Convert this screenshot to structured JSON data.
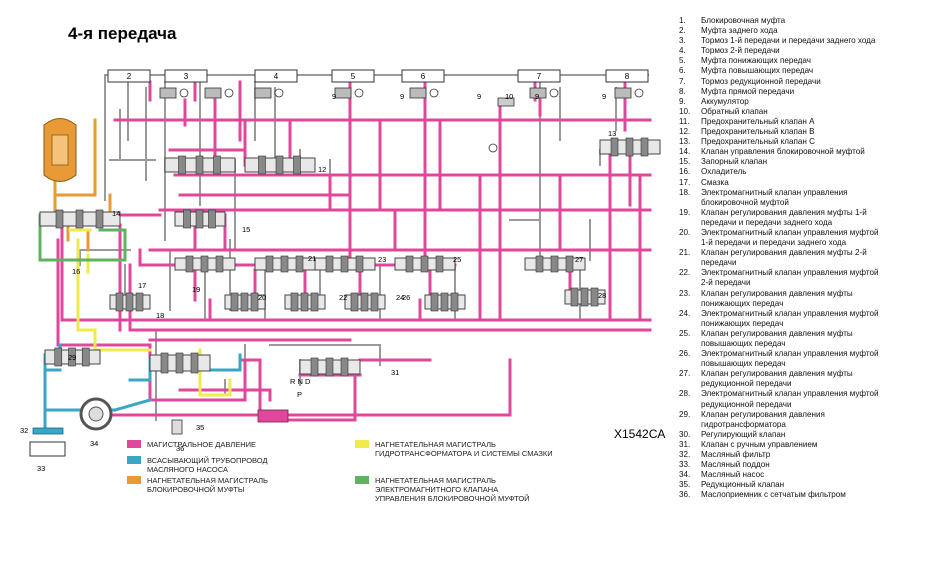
{
  "title": "4-я передача",
  "diagram_code": "X1542CA",
  "colors": {
    "pink": "#e0479a",
    "blue": "#3ba6c4",
    "orange": "#e79a35",
    "yellow": "#f0ea4a",
    "green": "#5fb25f",
    "gray": "#9a9a9a"
  },
  "clutch_boxes": [
    "2",
    "3",
    "4",
    "5",
    "6",
    "7",
    "8"
  ],
  "callouts": [
    "9",
    "9",
    "9",
    "9",
    "9",
    "10",
    "12",
    "13",
    "14",
    "15",
    "16",
    "17",
    "18",
    "19",
    "20",
    "21",
    "22",
    "23",
    "24",
    "25",
    "26",
    "27",
    "28",
    "29",
    "31",
    "32",
    "33",
    "34",
    "35",
    "36"
  ],
  "selector_positions": {
    "upper": "R N D",
    "lower": "P"
  },
  "legend": [
    {
      "color": "pink",
      "text": [
        "МАГИСТРАЛЬНОЕ ДАВЛЕНИЕ"
      ]
    },
    {
      "color": "blue",
      "text": [
        "ВСАСЫВАЮЩИЙ ТРУБОПРОВОД",
        "МАСЛЯНОГО НАСОСА"
      ]
    },
    {
      "color": "orange",
      "text": [
        "НАГНЕТАТЕЛЬНАЯ МАГИСТРАЛЬ",
        "БЛОКИРОВОЧНОЙ МУФТЫ"
      ]
    },
    {
      "color": "yellow",
      "text": [
        "НАГНЕТАТЕЛЬНАЯ МАГИСТРАЛЬ",
        "ГИДРОТРАНСФОРМАТОРА И СИСТЕМЫ СМАЗКИ"
      ]
    },
    {
      "color": "green",
      "text": [
        "НАГНЕТАТЕЛЬНАЯ МАГИСТРАЛЬ",
        "ЭЛЕКТРОМАГНИТНОГО КЛАПАНА",
        "УПРАВЛЕНИЯ БЛОКИРОВОЧНОЙ МУФТОЙ"
      ]
    }
  ],
  "parts": [
    {
      "num": "1.",
      "lines": [
        "Блокировочная муфта"
      ]
    },
    {
      "num": "2.",
      "lines": [
        "Муфта заднего хода"
      ]
    },
    {
      "num": "3.",
      "lines": [
        "Тормоз 1-й передачи и передачи заднего хода"
      ]
    },
    {
      "num": "4.",
      "lines": [
        "Тормоз 2-й передачи"
      ]
    },
    {
      "num": "5.",
      "lines": [
        "Муфта понижающих передач"
      ]
    },
    {
      "num": "6.",
      "lines": [
        "Муфта повышающих передач"
      ]
    },
    {
      "num": "7.",
      "lines": [
        "Тормоз редукционной передачи"
      ]
    },
    {
      "num": "8.",
      "lines": [
        "Муфта прямой передачи"
      ]
    },
    {
      "num": "9.",
      "lines": [
        "Аккумулятор"
      ]
    },
    {
      "num": "10.",
      "lines": [
        "Обратный клапан"
      ]
    },
    {
      "num": "11.",
      "lines": [
        "Предохранительный клапан А"
      ]
    },
    {
      "num": "12.",
      "lines": [
        "Предохранительный клапан В"
      ]
    },
    {
      "num": "13.",
      "lines": [
        "Предохранительный клапан С"
      ]
    },
    {
      "num": "14.",
      "lines": [
        "Клапан управления блокировочной муфтой"
      ]
    },
    {
      "num": "15.",
      "lines": [
        "Запорный клапан"
      ]
    },
    {
      "num": "16.",
      "lines": [
        "Охладитель"
      ]
    },
    {
      "num": "17.",
      "lines": [
        "Смазка"
      ]
    },
    {
      "num": "18.",
      "lines": [
        "Электромагнитный клапан управления",
        "блокировочной муфтой"
      ]
    },
    {
      "num": "19.",
      "lines": [
        "Клапан регулирования давления муфты 1-й",
        "передачи и передачи заднего хода"
      ]
    },
    {
      "num": "20.",
      "lines": [
        "Электромагнитный клапан управления муфтой",
        "1-й передачи и передачи заднего хода"
      ]
    },
    {
      "num": "21.",
      "lines": [
        "Клапан регулирования давления муфты 2-й",
        "передачи"
      ]
    },
    {
      "num": "22.",
      "lines": [
        "Электромагнитный клапан управления муфтой",
        "2-й передачи"
      ]
    },
    {
      "num": "23.",
      "lines": [
        "Клапан регулирования давления муфты",
        "понижающих передач"
      ]
    },
    {
      "num": "24.",
      "lines": [
        "Электромагнитный клапан управления муфтой",
        "понижающих передач"
      ]
    },
    {
      "num": "25.",
      "lines": [
        "Клапан регулирования давления муфты",
        "повышающих передач"
      ]
    },
    {
      "num": "26.",
      "lines": [
        "Электромагнитный клапан управления муфтой",
        "повышающих передач"
      ]
    },
    {
      "num": "27.",
      "lines": [
        "Клапан регулирования давления муфты",
        "редукционной передачи"
      ]
    },
    {
      "num": "28.",
      "lines": [
        "Электромагнитный клапан управления муфтой",
        "редукционной передачи"
      ]
    },
    {
      "num": "29.",
      "lines": [
        "Клапан регулирования давления",
        "гидротрансформатора"
      ]
    },
    {
      "num": "30.",
      "lines": [
        "Регулирующий клапан"
      ]
    },
    {
      "num": "31.",
      "lines": [
        "Клапан с ручным управлением"
      ]
    },
    {
      "num": "32.",
      "lines": [
        "Масляный фильтр"
      ]
    },
    {
      "num": "33.",
      "lines": [
        "Масляный поддон"
      ]
    },
    {
      "num": "34.",
      "lines": [
        "Масляный насос"
      ]
    },
    {
      "num": "35.",
      "lines": [
        "Редукционный клапан"
      ]
    },
    {
      "num": "36.",
      "lines": [
        "Маслоприемник с сетчатым фильтром"
      ]
    }
  ]
}
